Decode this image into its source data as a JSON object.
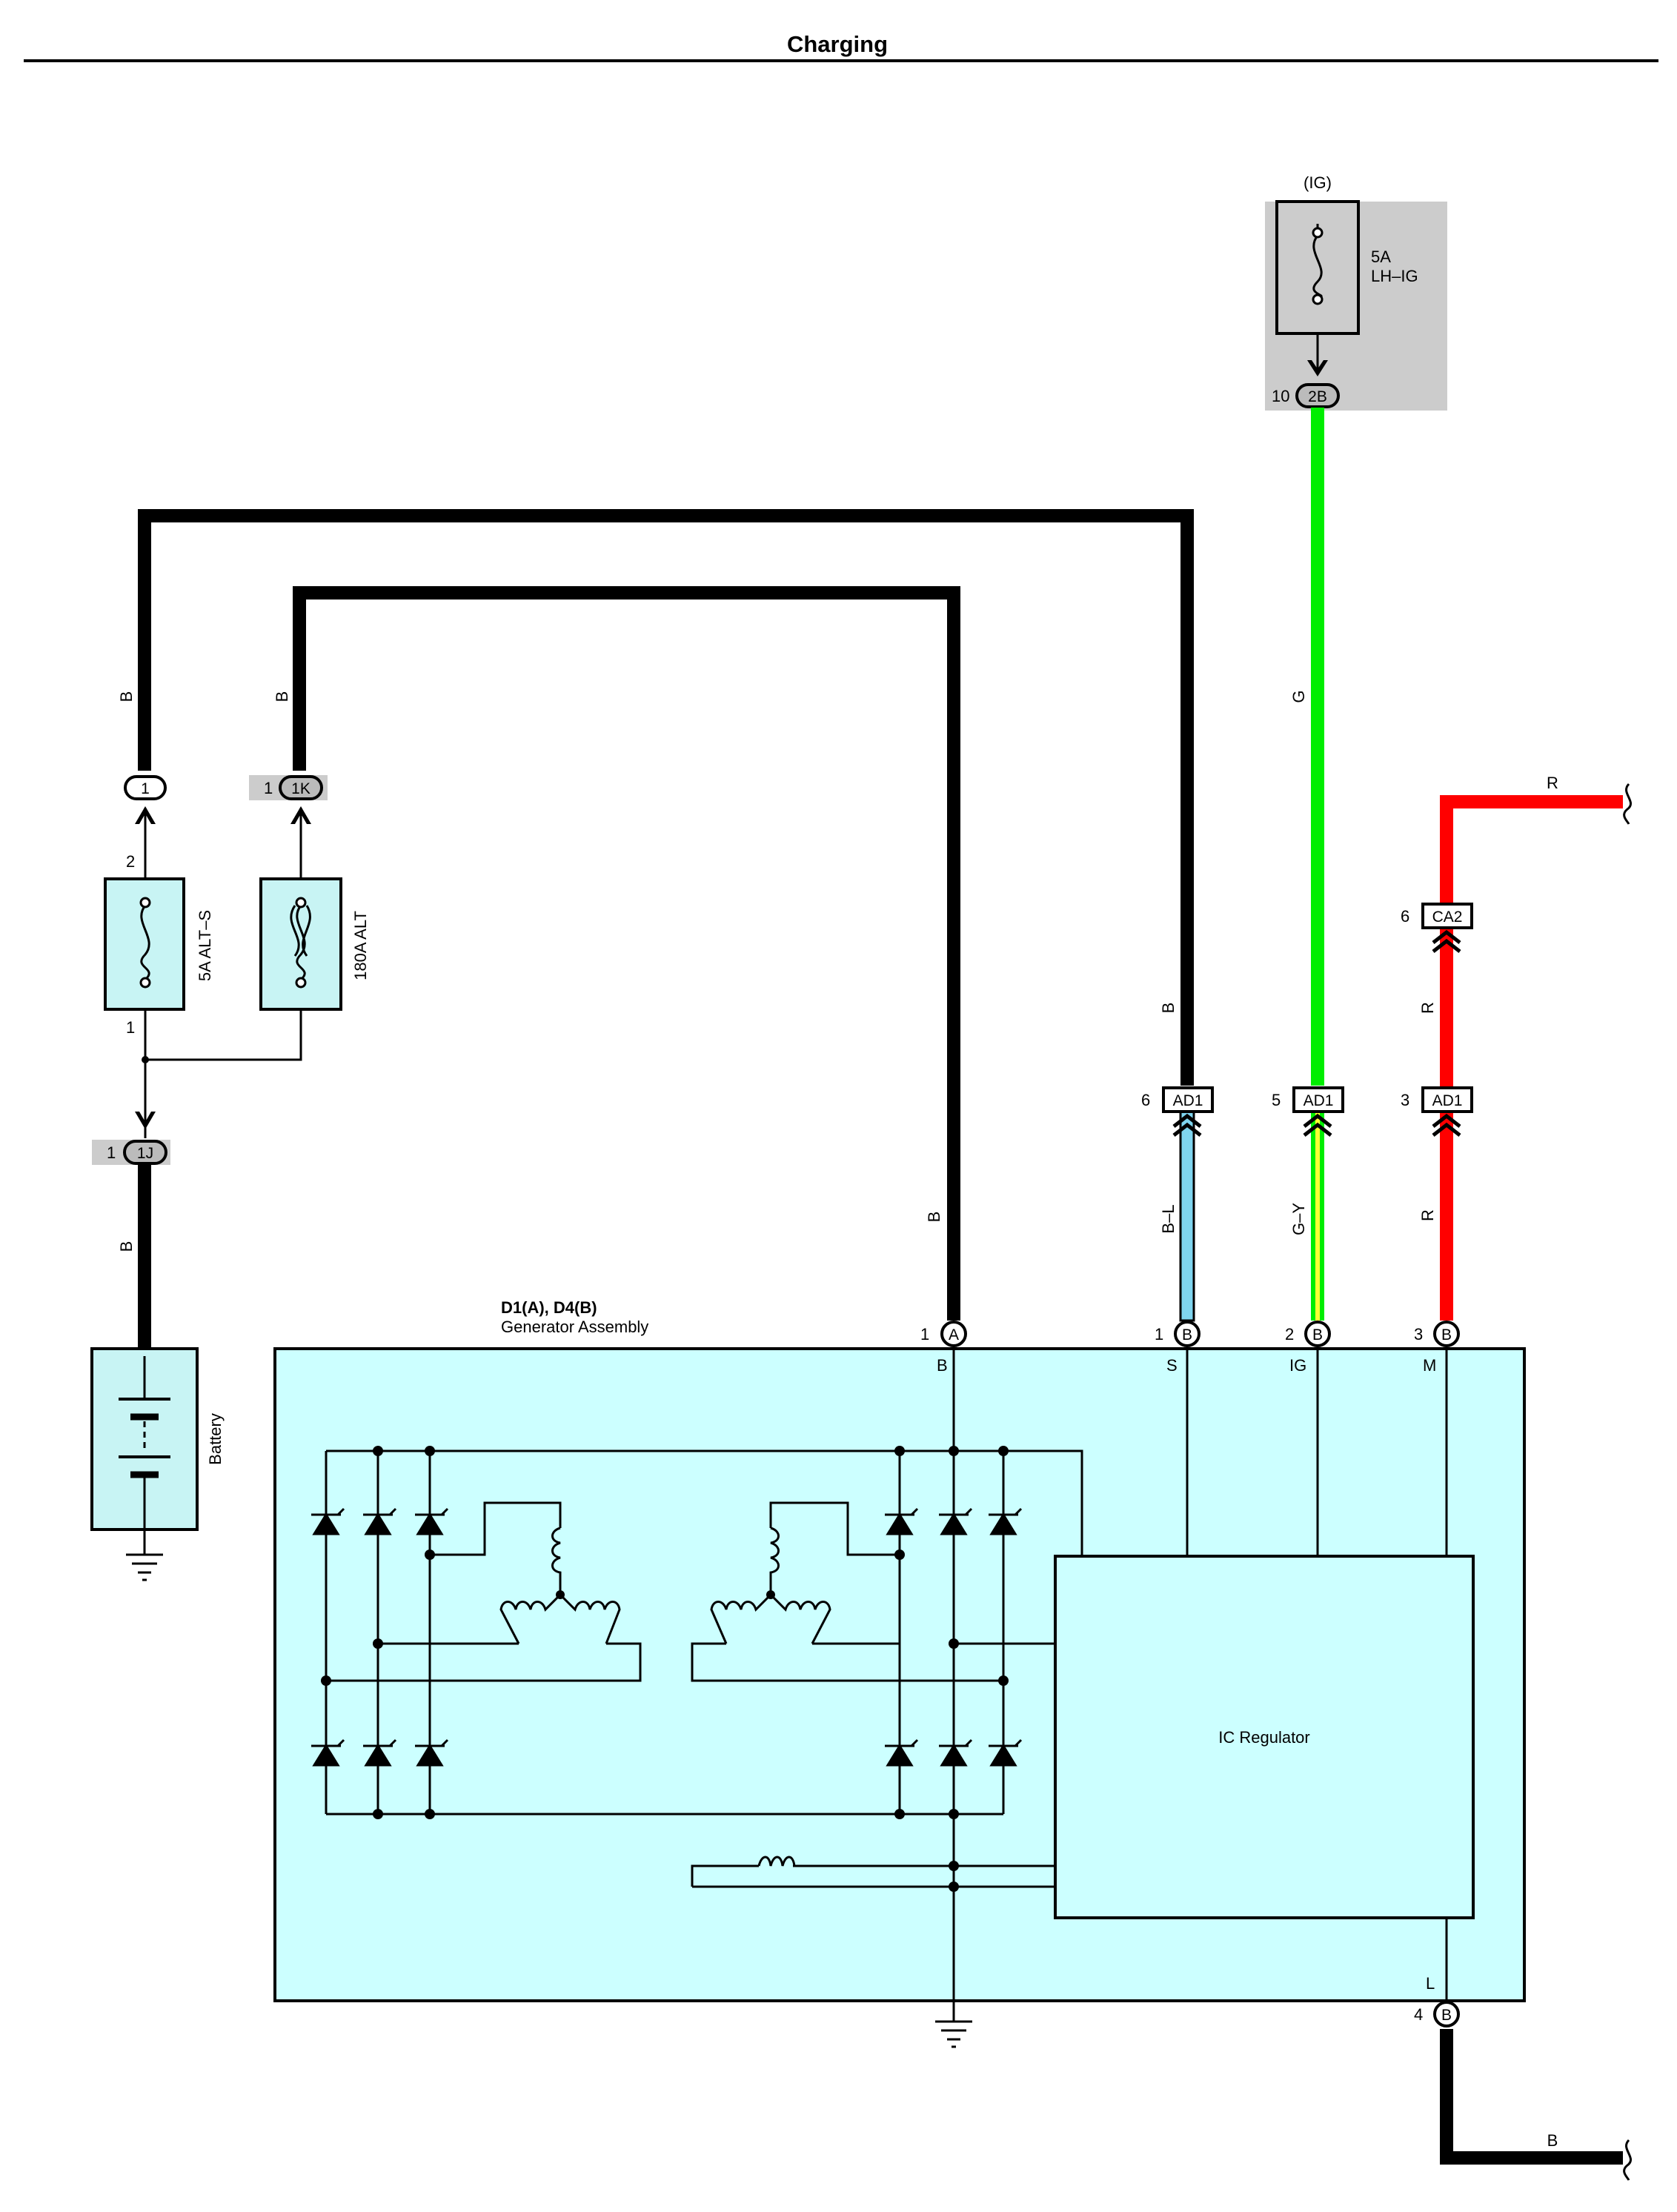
{
  "title": "Charging",
  "ig_label": "(IG)",
  "fuse_lhig": {
    "rating": "5A",
    "name": "LH–IG"
  },
  "fuse_alts": {
    "label": "5A ALT–S",
    "pin_top": "2",
    "pin_bottom": "1"
  },
  "fuse_alt": {
    "label": "180A ALT"
  },
  "battery": {
    "label": "Battery"
  },
  "generator": {
    "id": "D1(A), D4(B)",
    "name": "Generator Assembly"
  },
  "regulator": {
    "label": "IC Regulator"
  },
  "connectors": {
    "c2b": {
      "pin": "10",
      "id": "2B"
    },
    "c1": {
      "id": "1"
    },
    "c1k": {
      "pin": "1",
      "id": "1K"
    },
    "c1j": {
      "pin": "1",
      "id": "1J"
    },
    "ad1_s": {
      "pin": "6",
      "id": "AD1"
    },
    "ad1_ig": {
      "pin": "5",
      "id": "AD1"
    },
    "ad1_m": {
      "pin": "3",
      "id": "AD1"
    },
    "ca2": {
      "pin": "6",
      "id": "CA2"
    },
    "gen_b": {
      "pin": "1",
      "id": "A",
      "terminal": "B"
    },
    "gen_s": {
      "pin": "1",
      "id": "B",
      "terminal": "S"
    },
    "gen_ig": {
      "pin": "2",
      "id": "B",
      "terminal": "IG"
    },
    "gen_m": {
      "pin": "3",
      "id": "B",
      "terminal": "M"
    },
    "gen_l": {
      "pin": "4",
      "id": "B",
      "terminal": "L"
    }
  },
  "wires": {
    "alts_in": "B",
    "alt_in": "B",
    "battery": "B",
    "gen_b": "B",
    "s_upper": "B",
    "s_lower": "B–L",
    "ig_upper": "G",
    "ig_lower": "G–Y",
    "m_lower": "R",
    "m_middle": "R",
    "m_upper": "R",
    "l_out": "B"
  },
  "colors": {
    "black_wire": "#000000",
    "green_wire": "#00ee00",
    "red_wire": "#ff0000",
    "blue_wire": "#7fd4ee",
    "yellow_stripe": "#ffff33",
    "component_fill": "#ccffff",
    "fuse_fill": "#c8f4f4",
    "shade": "#cccccc"
  }
}
